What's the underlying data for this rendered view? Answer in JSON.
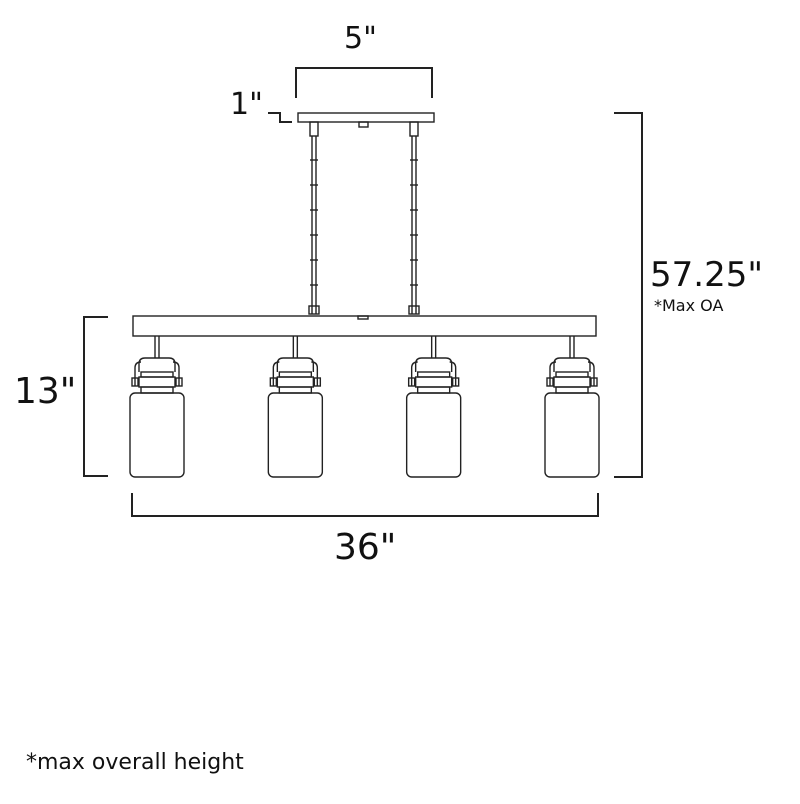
{
  "dimensions": {
    "canopy_width": "5\"",
    "canopy_height": "1\"",
    "overall_height": "57.25\"",
    "overall_height_note": "*Max OA",
    "fixture_height": "13\"",
    "fixture_length": "36\""
  },
  "footnote": "*max overall height",
  "shade_count": 4,
  "colors": {
    "line": "#222222",
    "background": "#ffffff"
  }
}
